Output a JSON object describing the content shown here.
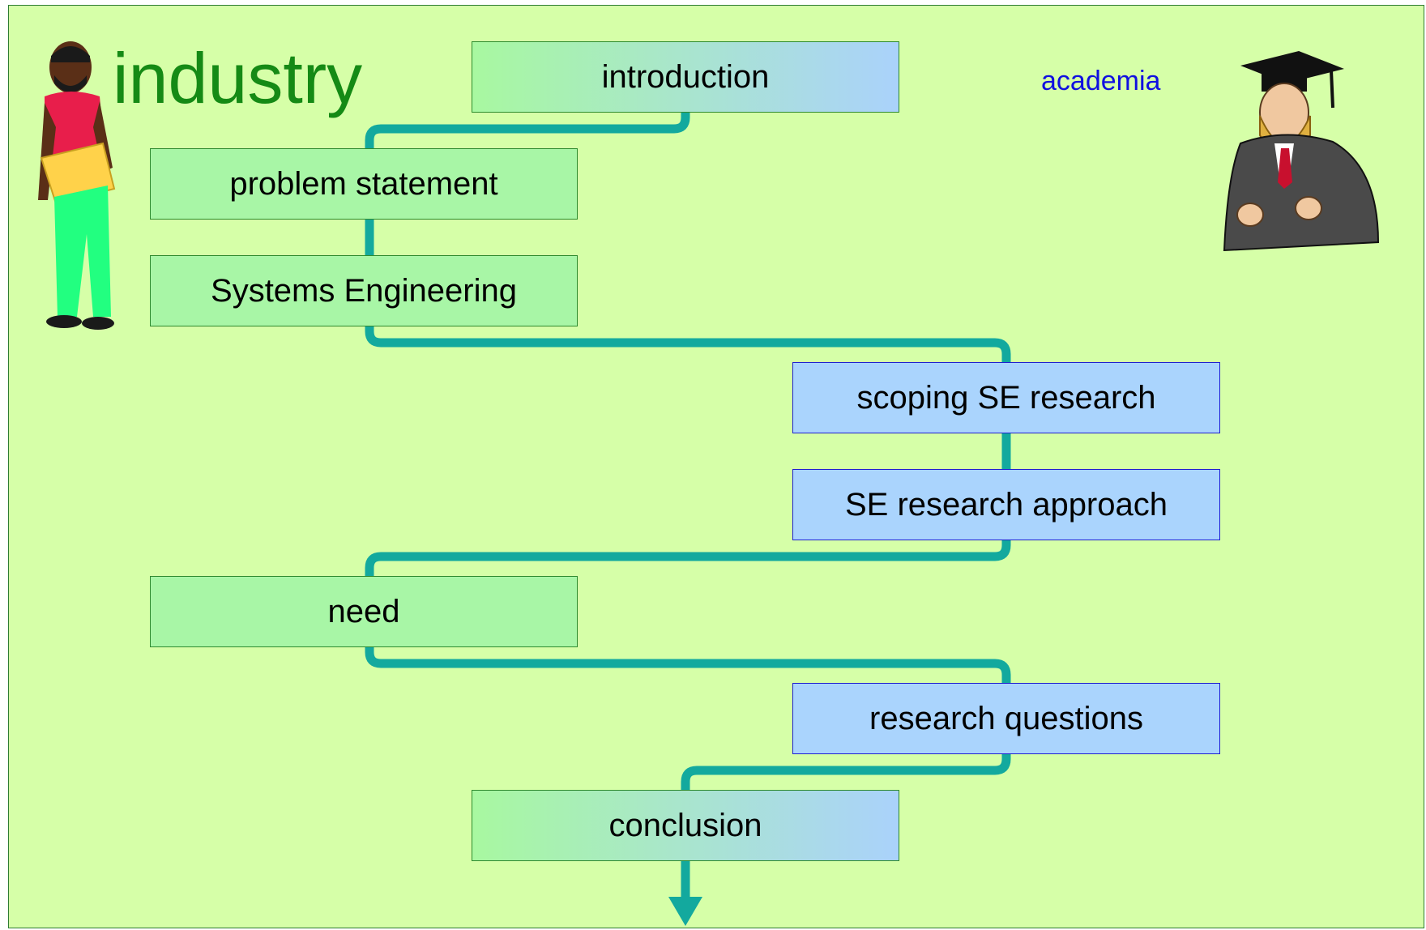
{
  "labels": {
    "industry": "industry",
    "academia": "academia"
  },
  "steps": [
    {
      "label": "introduction",
      "side": "center"
    },
    {
      "label": "problem statement",
      "side": "industry"
    },
    {
      "label": "Systems Engineering",
      "side": "industry"
    },
    {
      "label": "scoping SE research",
      "side": "academia"
    },
    {
      "label": "SE research approach",
      "side": "academia"
    },
    {
      "label": "need",
      "side": "industry"
    },
    {
      "label": "research questions",
      "side": "academia"
    },
    {
      "label": "conclusion",
      "side": "center"
    }
  ],
  "colors": {
    "background": "#d6ffa8",
    "industry_box": "#a8f6a6",
    "academia_box": "#aad4fd",
    "connector": "#13a99e",
    "industry_text": "#158a15",
    "academia_text": "#1010e0"
  },
  "illustrations": {
    "industry": "industry-worker-clipart",
    "academia": "professor-graduate-clipart"
  }
}
